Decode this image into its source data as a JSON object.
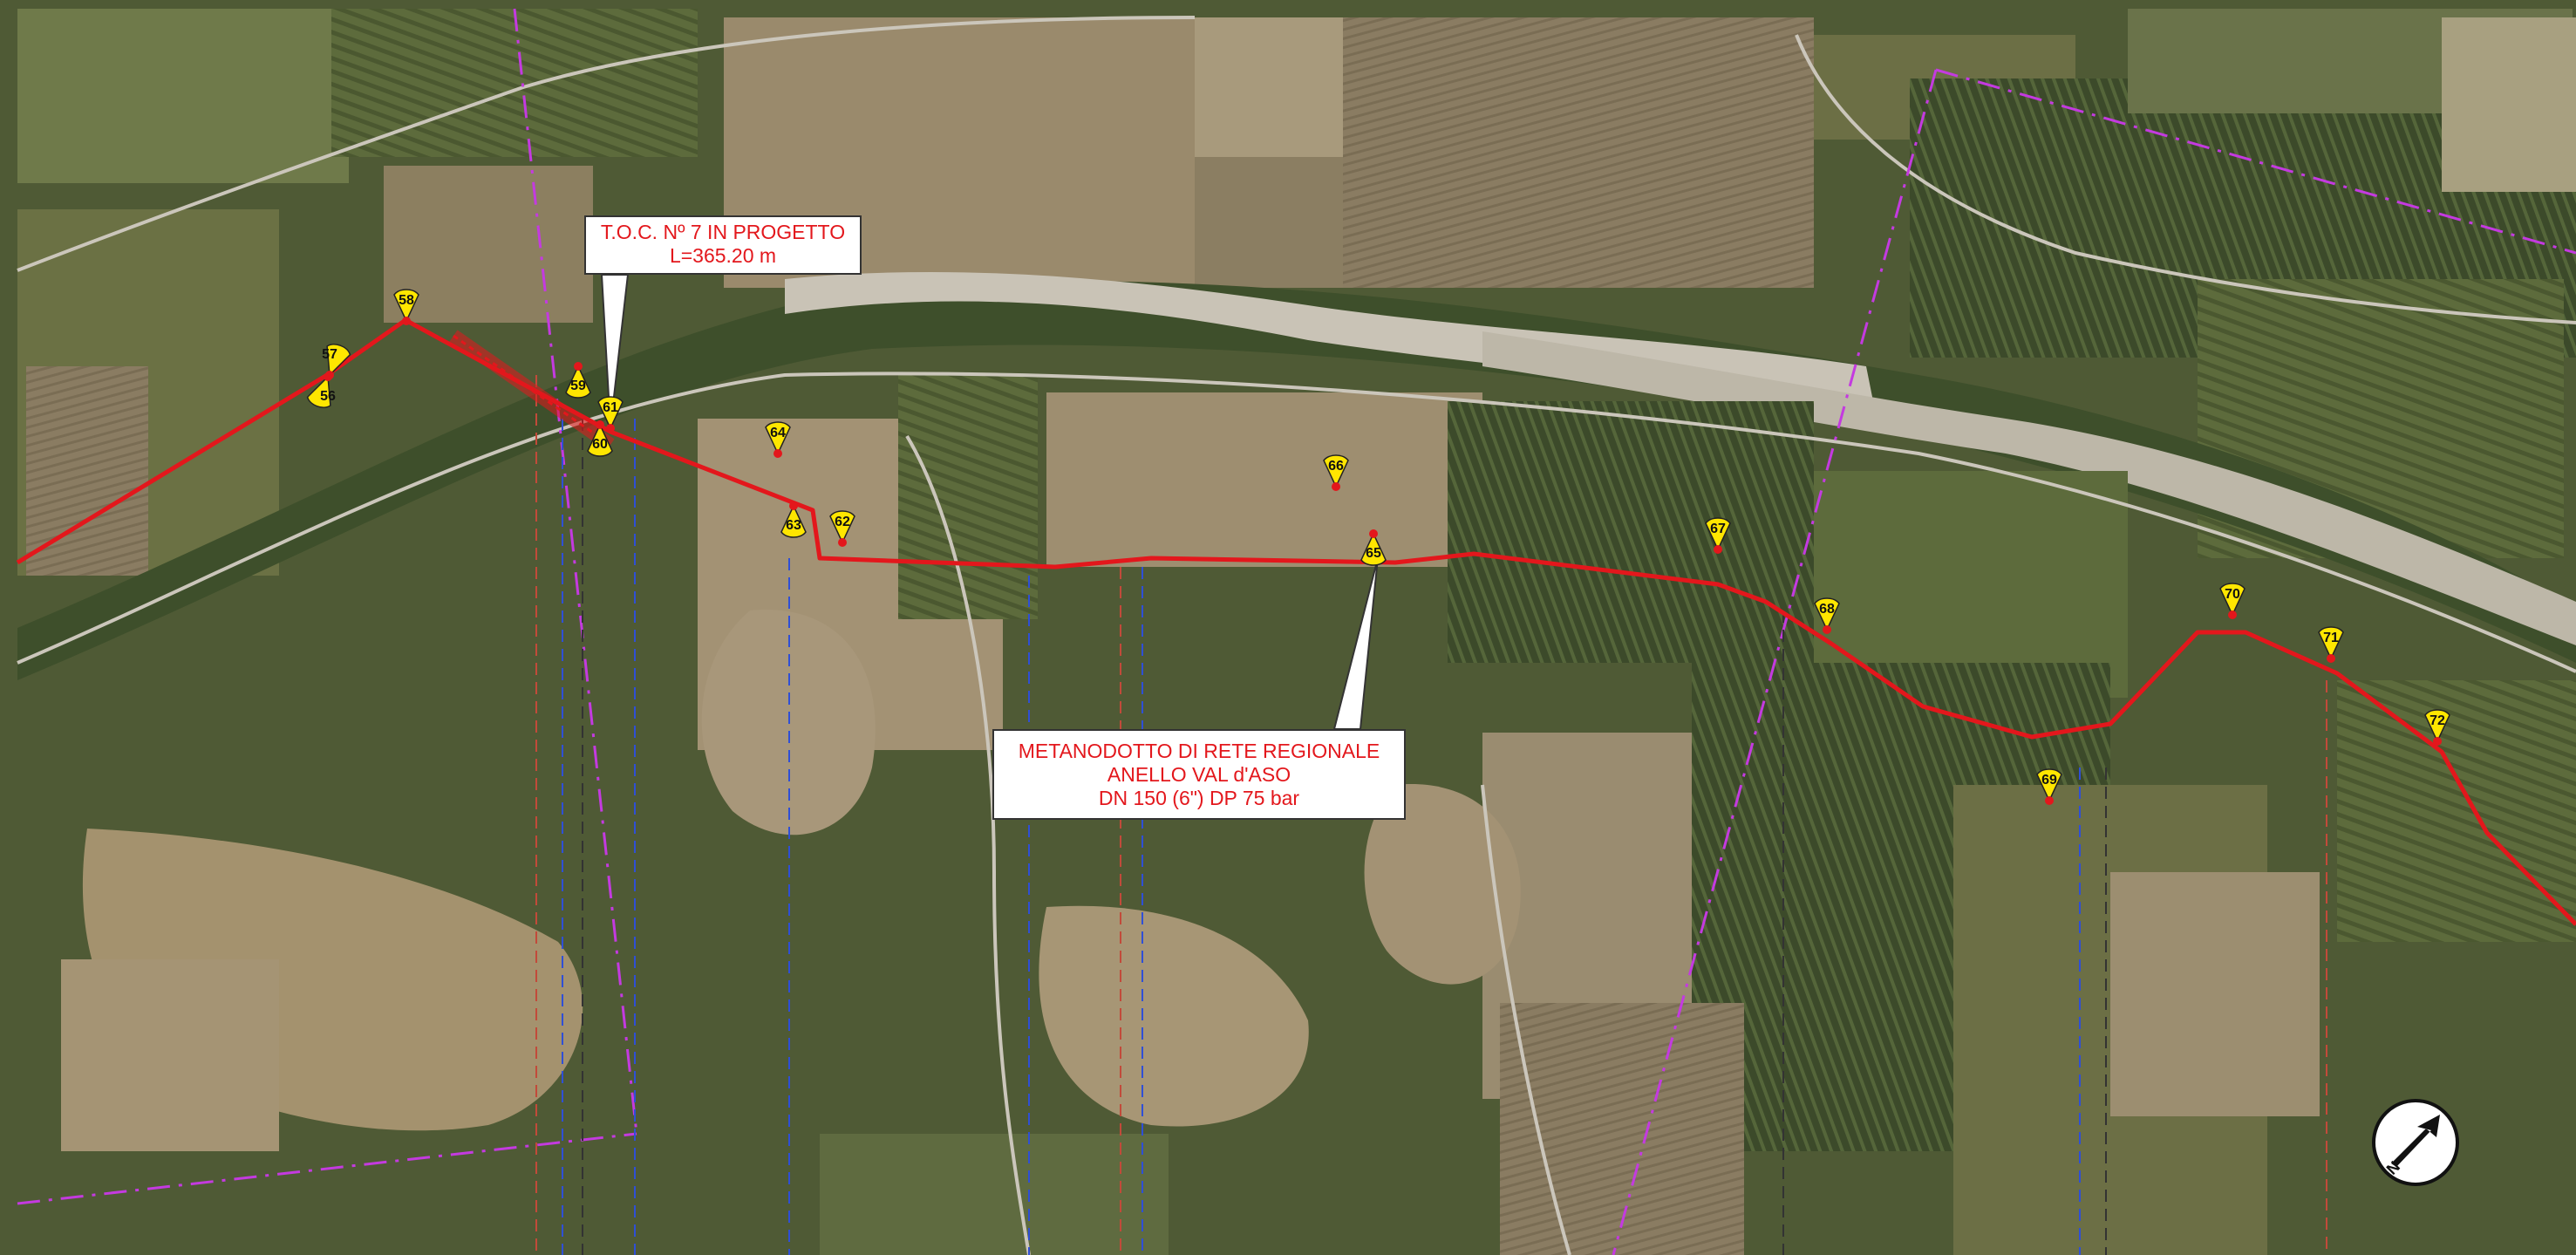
{
  "map": {
    "colors": {
      "pipeline": "#e3171c",
      "marker_fill": "#ffe600",
      "marker_dot": "#e3171c",
      "sheet_boundary": "#c43ae0",
      "section_line_blue": "#2f4fd6",
      "section_line_red": "#c24a3a",
      "section_line_dark": "#333333",
      "river": "#c9c3b6",
      "road": "#cbc6bb"
    },
    "crossing_callout": {
      "line1": "T.O.C. Nº 7 IN PROGETTO",
      "line2": "L=365.20  m"
    },
    "pipeline_callout": {
      "line1": "METANODOTTO DI RETE REGIONALE",
      "line2": "ANELLO VAL d'ASO",
      "line3": "DN 150 (6\") DP 75 bar"
    },
    "markers": [
      {
        "label": "56"
      },
      {
        "label": "57"
      },
      {
        "label": "58"
      },
      {
        "label": "59"
      },
      {
        "label": "60"
      },
      {
        "label": "61"
      },
      {
        "label": "62"
      },
      {
        "label": "63"
      },
      {
        "label": "64"
      },
      {
        "label": "65"
      },
      {
        "label": "66"
      },
      {
        "label": "67"
      },
      {
        "label": "68"
      },
      {
        "label": "69"
      },
      {
        "label": "70"
      },
      {
        "label": "71"
      },
      {
        "label": "72"
      }
    ],
    "north_arrow": {
      "label": "N",
      "icon": "north-arrow-icon"
    }
  }
}
